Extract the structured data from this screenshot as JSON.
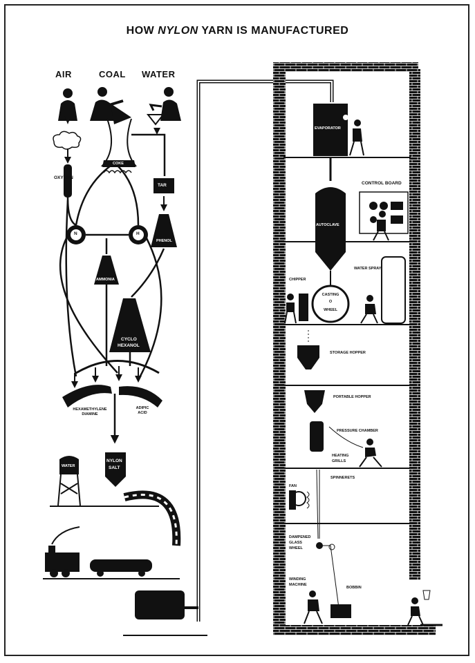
{
  "title": {
    "pre": "HOW ",
    "emph": "NYLON",
    "post": " YARN IS MANUFACTURED"
  },
  "raw_materials": [
    "AIR",
    "COAL",
    "WATER"
  ],
  "left_chain": {
    "oxygen": "OXYGEN",
    "coke": "COKE",
    "tar": "TAR",
    "nitrogen": "N",
    "hydrogen": "H",
    "phenol": "PHENOL",
    "ammonia": "AMMONIA",
    "cyclohexanol_1": "CYCLO",
    "cyclohexanol_2": "HEXANOL",
    "hexa_1": "HEXAMETHYLENE",
    "hexa_2": "DIAMINE",
    "adipic_1": "ADIPIC",
    "adipic_2": "ACID",
    "water_tower": "WATER",
    "nylon_salt_1": "NYLON",
    "nylon_salt_2": "SALT"
  },
  "plant": {
    "evaporator": "EVAPORATOR",
    "control_board": "CONTROL BOARD",
    "autoclave": "AUTOCLAVE",
    "chipper": "CHIPPER",
    "water_spray": "WATER SPRAY",
    "casting_1": "CASTING",
    "casting_2": "O",
    "casting_3": "WHEEL",
    "storage_hopper": "STORAGE HOPPER",
    "portable_hopper": "PORTABLE HOPPER",
    "pressure_chamber": "PRESSURE CHAMBER",
    "heating_1": "HEATING",
    "heating_2": "GRILLS",
    "spinnerets": "SPINNERETS",
    "fan": "FAN",
    "dampened_1": "DAMPENED",
    "dampened_2": "GLASS",
    "dampened_3": "WHEEL",
    "winding_1": "WINDING",
    "winding_2": "MACHINE",
    "bobbin": "BOBBIN"
  }
}
